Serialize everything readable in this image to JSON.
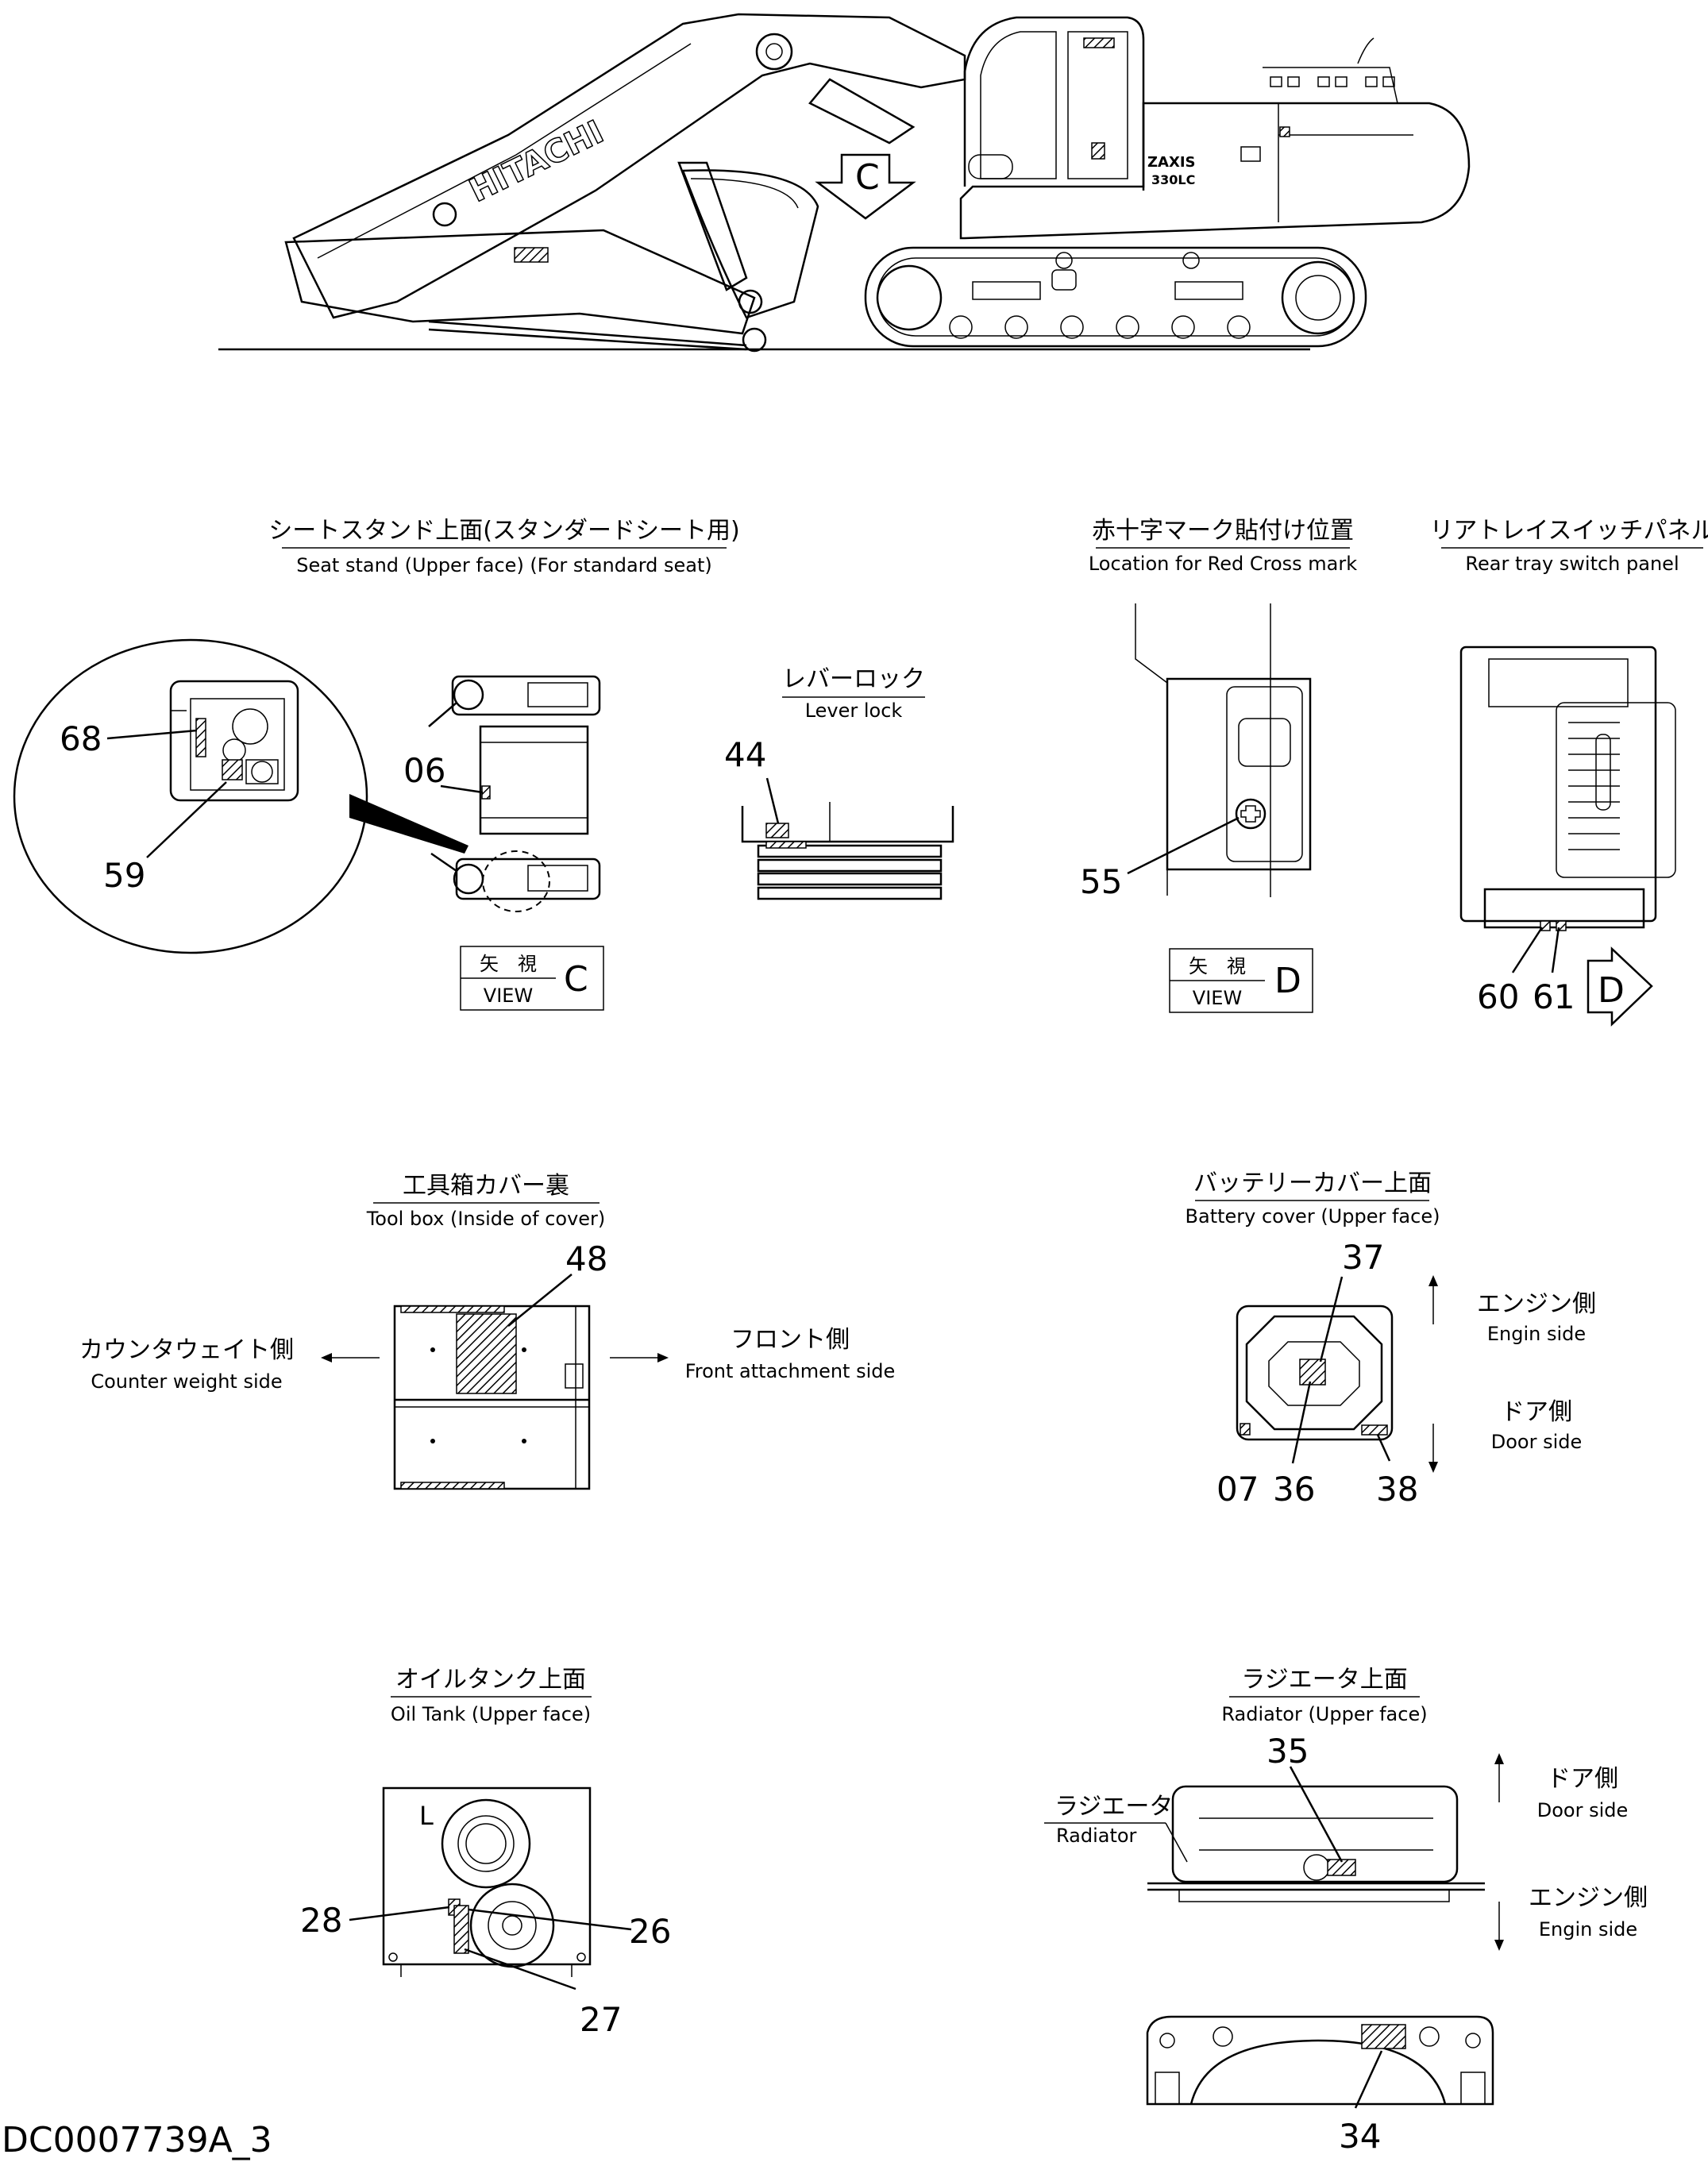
{
  "doc_code": "DC0007739A_3",
  "views": {
    "main_arrow": "C",
    "view_c": {
      "jp": "矢　視",
      "en": "VIEW",
      "letter": "C"
    },
    "view_d": {
      "jp": "矢　視",
      "en": "VIEW",
      "letter": "D"
    },
    "rear_arrow": "D"
  },
  "excavator": {
    "brand": "HITACHI",
    "model_line1": "ZAXIS",
    "model_line2": "330LC"
  },
  "sections": {
    "seat_stand": {
      "jp": "シートスタンド上面(スタンダードシート用)",
      "en": "Seat stand (Upper face) (For standard seat)"
    },
    "lever_lock": {
      "jp": "レバーロック",
      "en": "Lever lock"
    },
    "red_cross": {
      "jp": "赤十字マーク貼付け位置",
      "en": "Location for Red Cross mark"
    },
    "rear_tray": {
      "jp": "リアトレイスイッチパネル",
      "en": "Rear tray switch panel"
    },
    "tool_box": {
      "jp": "工具箱カバー裏",
      "en": "Tool box (Inside of cover)"
    },
    "battery": {
      "jp": "バッテリーカバー上面",
      "en": "Battery cover (Upper face)"
    },
    "oil_tank": {
      "jp": "オイルタンク上面",
      "en": "Oil Tank (Upper face)"
    },
    "radiator": {
      "jp": "ラジエータ上面",
      "en": "Radiator (Upper face)"
    }
  },
  "directions": {
    "counter_weight": {
      "jp": "カウンタウェイト側",
      "en": "Counter weight side"
    },
    "front_attachment": {
      "jp": "フロント側",
      "en": "Front attachment side"
    },
    "battery_engine": {
      "jp": "エンジン側",
      "en": "Engin side"
    },
    "battery_door": {
      "jp": "ドア側",
      "en": "Door side"
    },
    "radiator_door": {
      "jp": "ドア側",
      "en": "Door side"
    },
    "radiator_engine": {
      "jp": "エンジン側",
      "en": "Engin side"
    },
    "radiator_label": {
      "jp": "ラジエータ",
      "en": "Radiator"
    }
  },
  "oil_tank_mark": "L",
  "callouts": {
    "c68": "68",
    "c59": "59",
    "c06": "06",
    "c44": "44",
    "c55": "55",
    "c60": "60",
    "c61": "61",
    "c48": "48",
    "c37": "37",
    "c07": "07",
    "c36": "36",
    "c38": "38",
    "c28": "28",
    "c26": "26",
    "c27": "27",
    "c35": "35",
    "c34": "34"
  }
}
